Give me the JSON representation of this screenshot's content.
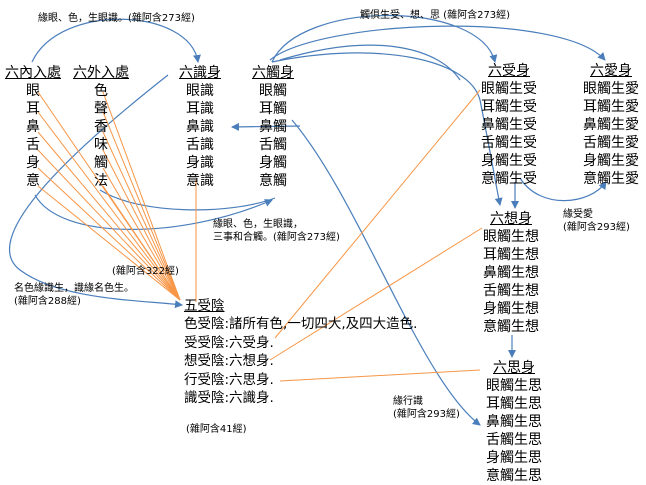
{
  "columns": {
    "internal": {
      "title": "六內入處",
      "items": [
        "眼",
        "耳",
        "鼻",
        "舌",
        "身",
        "意"
      ]
    },
    "external": {
      "title": "六外入處",
      "items": [
        "色",
        "聲",
        "香",
        "味",
        "觸",
        "法"
      ]
    },
    "consciousness": {
      "title": "六識身",
      "items": [
        "眼識",
        "耳識",
        "鼻識",
        "舌識",
        "身識",
        "意識"
      ]
    },
    "contact": {
      "title": "六觸身",
      "items": [
        "眼觸",
        "耳觸",
        "鼻觸",
        "舌觸",
        "身觸",
        "意觸"
      ]
    },
    "feeling": {
      "title": "六受身",
      "items": [
        "眼觸生受",
        "耳觸生受",
        "鼻觸生受",
        "舌觸生受",
        "身觸生受",
        "意觸生受"
      ]
    },
    "craving": {
      "title": "六愛身",
      "items": [
        "眼觸生愛",
        "耳觸生愛",
        "鼻觸生愛",
        "舌觸生愛",
        "身觸生愛",
        "意觸生愛"
      ]
    },
    "perception": {
      "title": "六想身",
      "items": [
        "眼觸生想",
        "耳觸生想",
        "鼻觸生想",
        "舌觸生想",
        "身觸生想",
        "意觸生想"
      ]
    },
    "volition": {
      "title": "六思身",
      "items": [
        "眼觸生思",
        "耳觸生思",
        "鼻觸生思",
        "舌觸生思",
        "身觸生思",
        "意觸生思"
      ]
    }
  },
  "aggregates": {
    "title": "五受陰",
    "lines": [
      "色受陰:諸所有色,一切四大,及四大造色.",
      "受受陰:六受身.",
      "想受陰:六想身.",
      "行受陰:六思身.",
      "識受陰:六識身."
    ]
  },
  "notes": {
    "top_left": "緣眼、色，生眼識。(雜阿含273經)",
    "top_right": "觸俱生受、想、思 (雜阿含273經)",
    "mid": [
      "緣眼、色，生眼識，",
      "三事和合觸。(雜阿含273經)"
    ],
    "n322": "(雜阿含322經)",
    "name_form": [
      "名色緣識生，識緣名色生。",
      "(雜阿含288經)"
    ],
    "n41": "(雜阿含41經)",
    "feeling_craving": [
      "緣受愛",
      "(雜阿含293經)"
    ],
    "contact_volition": [
      "緣行識",
      "(雜阿含293經)"
    ]
  },
  "colors": {
    "blue": "#4a7ebb",
    "orange": "#f79646"
  }
}
